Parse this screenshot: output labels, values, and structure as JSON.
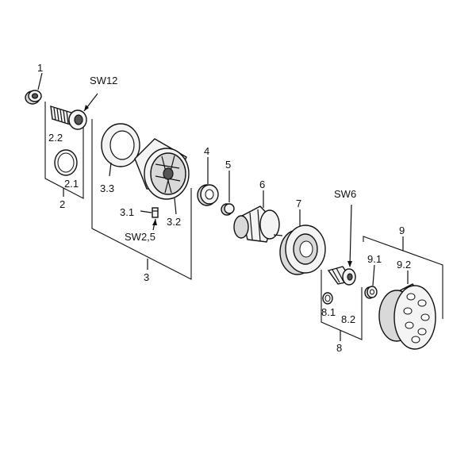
{
  "labels": {
    "p1": "1",
    "sw12": "SW12",
    "p2_2": "2.2",
    "p2_1": "2.1",
    "p2": "2",
    "p3_3": "3.3",
    "p3_1": "3.1",
    "p3_2": "3.2",
    "sw2_5": "SW2,5",
    "p3": "3",
    "p4": "4",
    "p5": "5",
    "p6": "6",
    "p7": "7",
    "sw6": "SW6",
    "p8_1": "8.1",
    "p8_2": "8.2",
    "p8": "8",
    "p9": "9",
    "p9_1": "9.1",
    "p9_2": "9.2"
  }
}
